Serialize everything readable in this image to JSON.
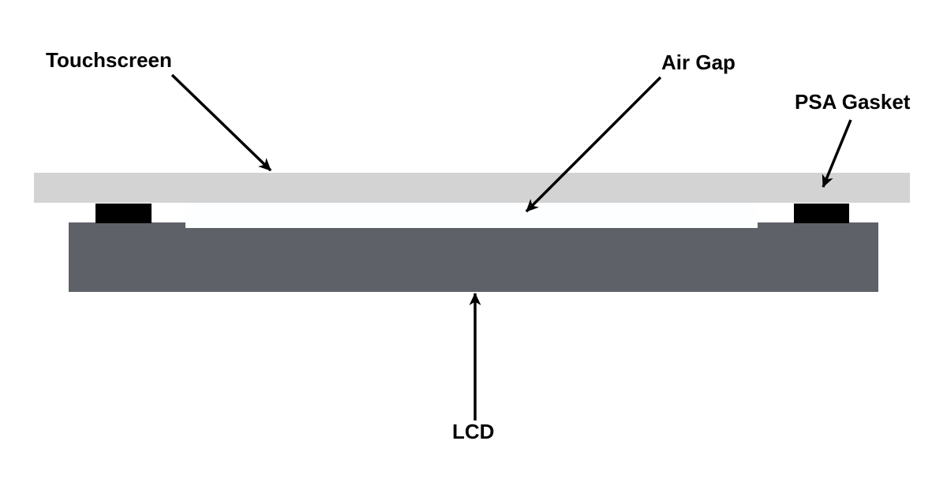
{
  "diagram": {
    "labels": {
      "touchscreen": "Touchscreen",
      "air_gap": "Air Gap",
      "psa_gasket": "PSA Gasket",
      "lcd": "LCD"
    },
    "colors": {
      "background": "#ffffff",
      "touchscreen_layer": "#d3d3d4",
      "air_gap_region": "#fdfeff",
      "lcd_layer": "#5e6167",
      "gasket": "#000000",
      "arrow": "#000000",
      "label_text": "#000000"
    }
  }
}
